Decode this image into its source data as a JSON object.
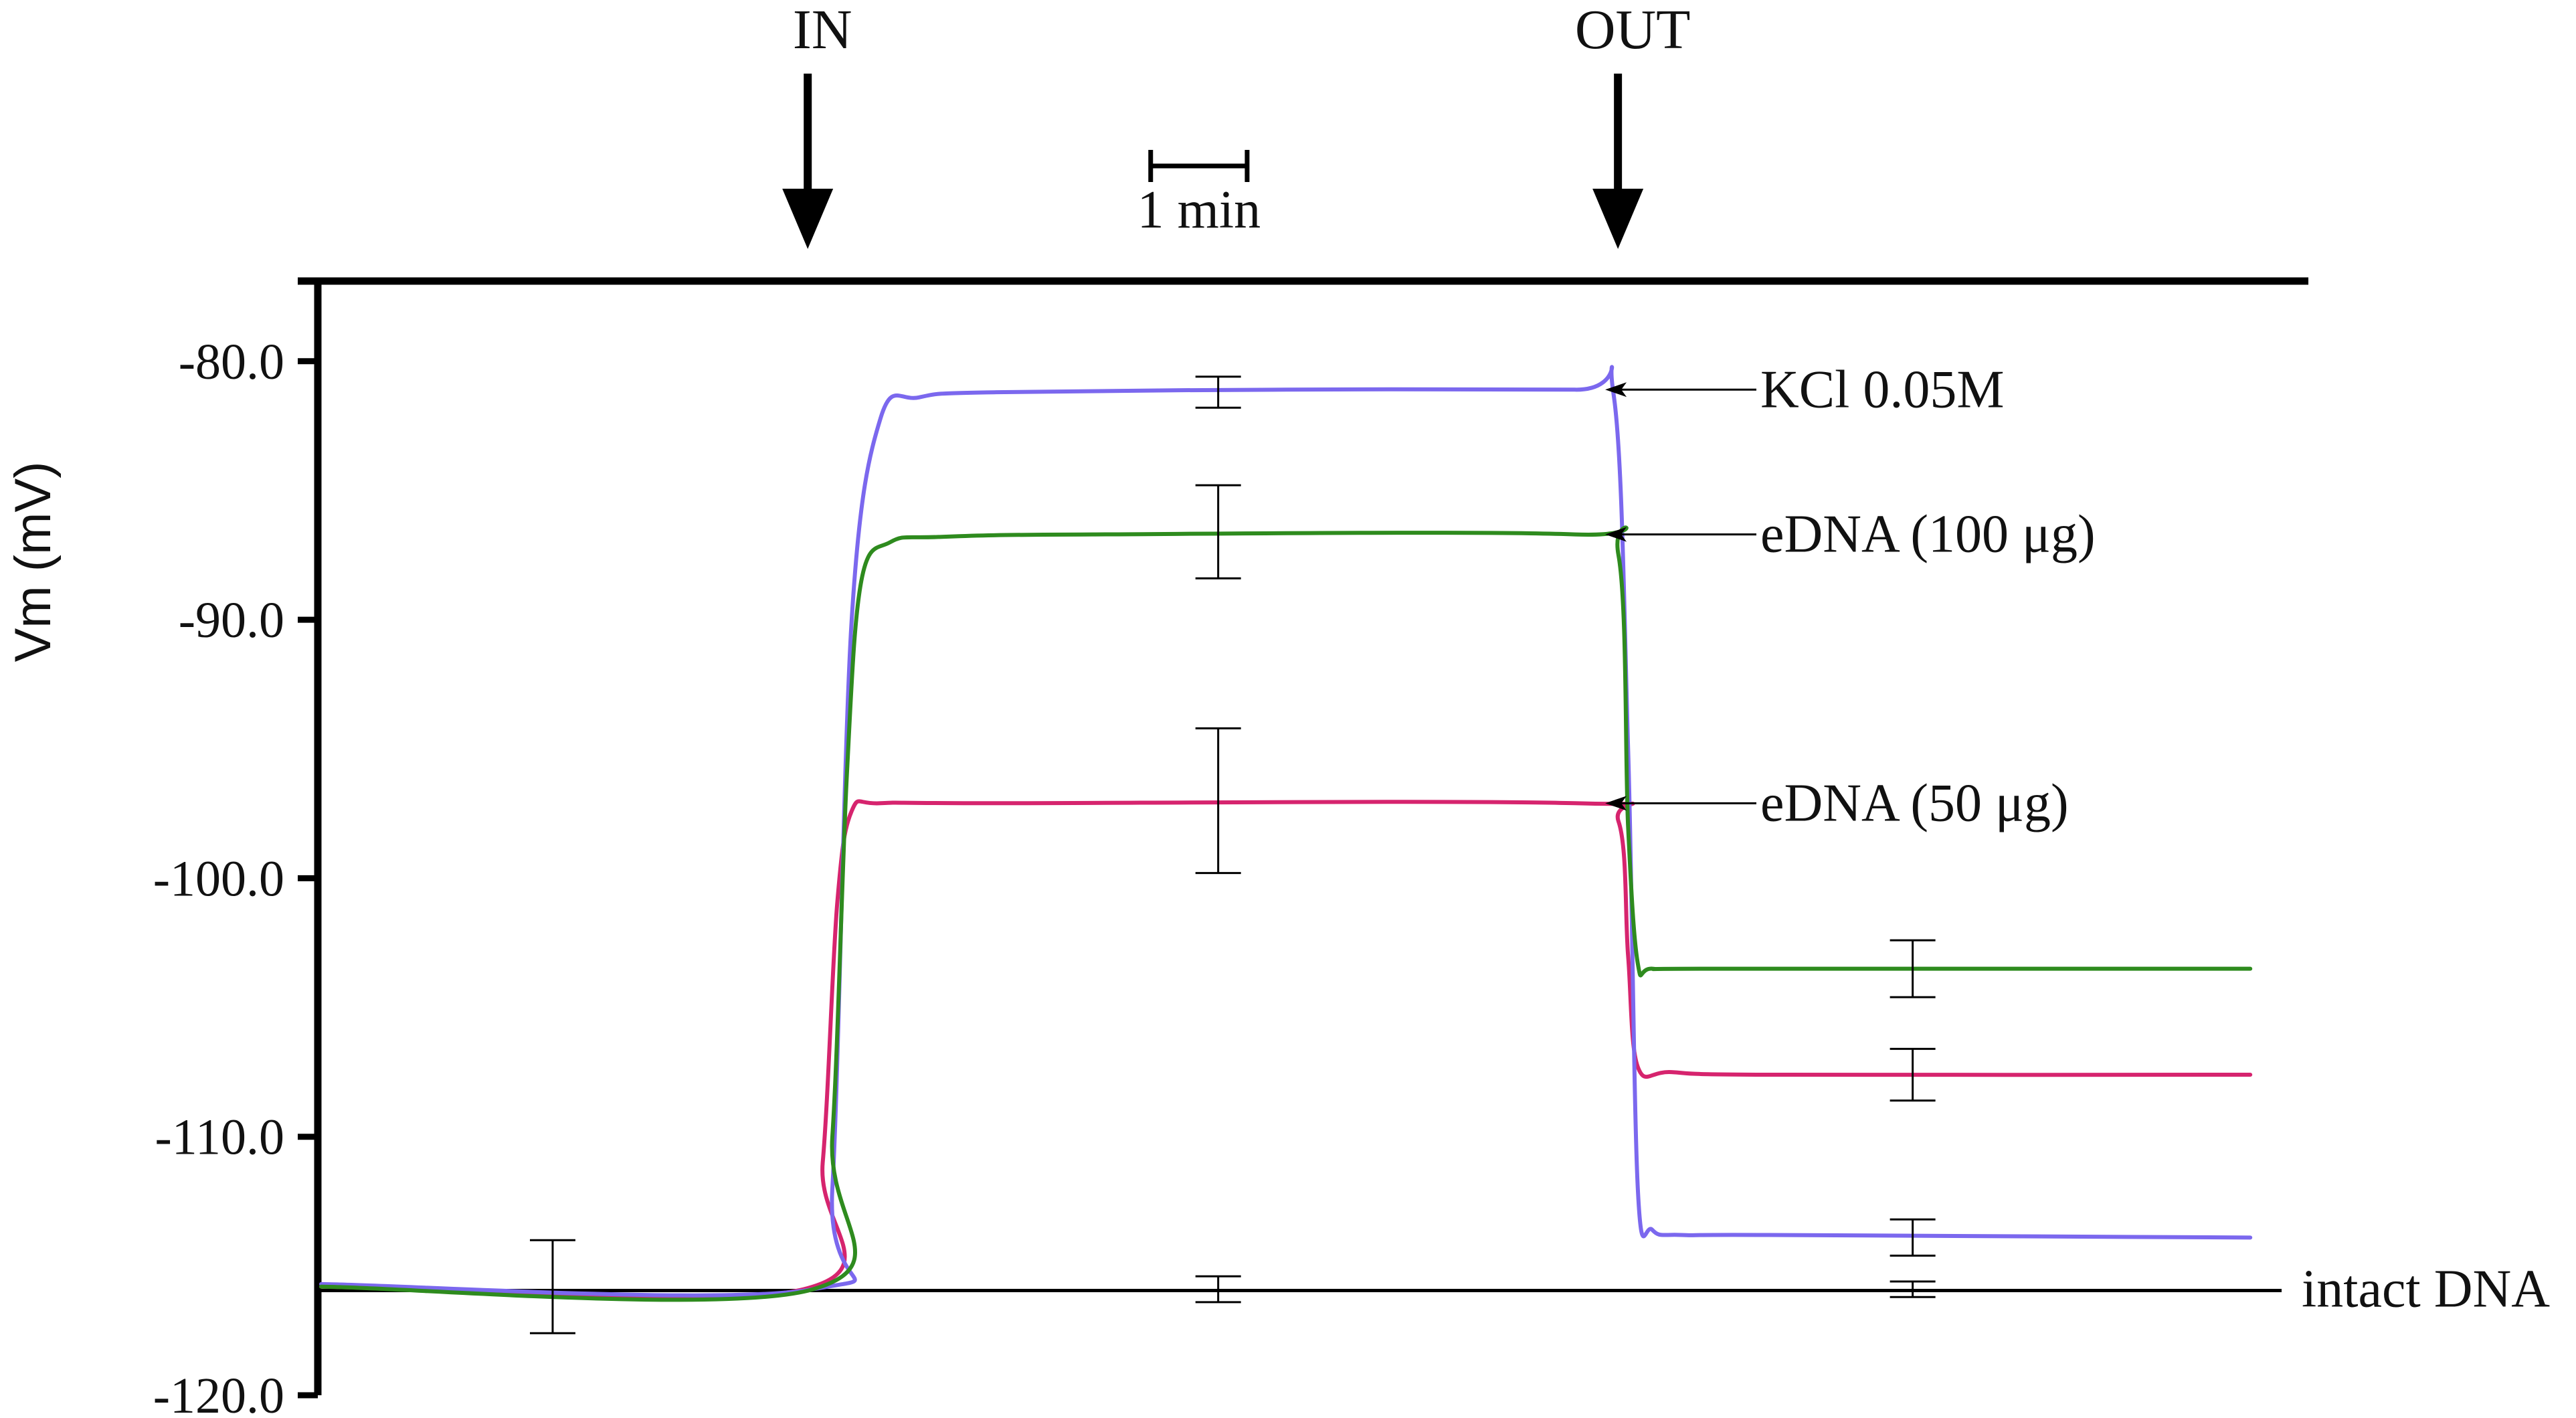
{
  "chart_data": {
    "type": "line",
    "title": "",
    "xlabel": "",
    "ylabel": "Vm (mV)",
    "ylim": [
      -120,
      -76.9
    ],
    "xlim": [
      0,
      20.2
    ],
    "y_ticks": [
      -80,
      -90,
      -100,
      -110,
      -120
    ],
    "y_tick_labels": [
      "-80.0",
      "-90.0",
      "-100.0",
      "-110.0",
      "-120.0"
    ],
    "grid": false,
    "legend": "none",
    "scale_bar": {
      "label": "1 min",
      "x_start": 8.6,
      "x_end": 9.6
    },
    "markers": [
      {
        "label": "IN",
        "x": 5.1
      },
      {
        "label": "OUT",
        "x": 13.5
      }
    ],
    "reference_line": {
      "name": "intact DNA",
      "y": -115.95
    },
    "series": [
      {
        "name": "KCl 0.05M",
        "color": "#7b68ee",
        "x": [
          0,
          5.1,
          5.3,
          5.5,
          5.8,
          6.2,
          7.0,
          10.0,
          13.0,
          13.4,
          13.55,
          13.65,
          13.8,
          14.1,
          15.0,
          20.0
        ],
        "y": [
          -115.7,
          -115.9,
          -112,
          -90,
          -82.2,
          -81.4,
          -81.2,
          -81.1,
          -81.1,
          -81.3,
          -95,
          -112,
          -113.6,
          -113.8,
          -113.8,
          -113.9
        ],
        "error_bars": [
          {
            "x": 9.3,
            "y": -81.2,
            "err": 0.6
          },
          {
            "x": 16.5,
            "y": -113.9,
            "err": 0.7
          }
        ],
        "annotation_x": 13.0
      },
      {
        "name": "eDNA (100 μg)",
        "color": "#2e8b1e",
        "x": [
          0,
          5.1,
          5.3,
          5.45,
          5.6,
          5.9,
          6.4,
          8.0,
          13.0,
          13.45,
          13.55,
          13.65,
          13.8,
          14.5,
          20.0
        ],
        "y": [
          -115.8,
          -115.9,
          -110,
          -96,
          -88.5,
          -87.0,
          -86.8,
          -86.7,
          -86.7,
          -87.5,
          -98,
          -103.3,
          -103.5,
          -103.5,
          -103.5
        ],
        "error_bars": [
          {
            "x": 9.3,
            "y": -86.6,
            "err": 1.8
          },
          {
            "x": 16.5,
            "y": -103.5,
            "err": 1.1
          }
        ],
        "annotation_x": 13.0
      },
      {
        "name": "eDNA (50 μg)",
        "color": "#d6246e",
        "x": [
          0,
          5.0,
          5.2,
          5.35,
          5.5,
          5.8,
          7.0,
          13.0,
          13.45,
          13.55,
          13.65,
          14.0,
          15.0,
          20.0
        ],
        "y": [
          -115.8,
          -115.9,
          -111,
          -101,
          -97.4,
          -97.1,
          -97.1,
          -97.1,
          -97.8,
          -103,
          -107.3,
          -107.5,
          -107.6,
          -107.6
        ],
        "error_bars": [
          {
            "x": 9.3,
            "y": -97.0,
            "err": 2.8
          },
          {
            "x": 16.5,
            "y": -107.6,
            "err": 1.0
          }
        ],
        "annotation_x": 13.0
      }
    ],
    "baseline_error_bars": [
      {
        "x": 2.4,
        "y": -115.8,
        "err": 1.8
      },
      {
        "x": 9.3,
        "y": -115.9,
        "err": 0.5
      },
      {
        "x": 16.5,
        "y": -115.9,
        "err": 0.3
      }
    ]
  }
}
